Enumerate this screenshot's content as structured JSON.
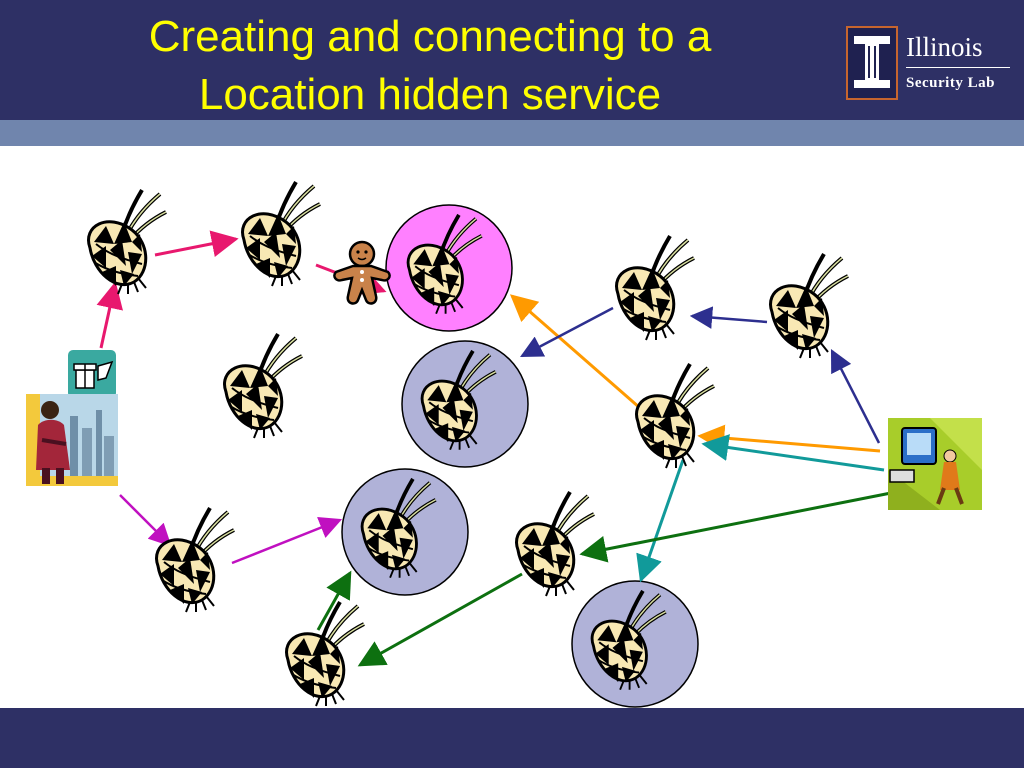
{
  "slide": {
    "title_line1": "Creating and connecting to a",
    "title_line2": "Location hidden service"
  },
  "logo": {
    "wordmark": "Illinois",
    "subtitle": "Security Lab"
  },
  "colors": {
    "header": "#2e3065",
    "band": "#7085ad",
    "title": "#ffff00",
    "circle_pink": "#ff80ff",
    "circle_lavender": "#b0b2d8",
    "arrow_crimson": "#e8186e",
    "arrow_magenta": "#c010c0",
    "arrow_orange": "#ff9a00",
    "arrow_navy": "#2d2f8f",
    "arrow_teal": "#119a9a",
    "arrow_green": "#0d7010"
  },
  "diagram": {
    "onion_icon": "onion-router-icon",
    "hidden_service_icon": "woman-with-gift-icon",
    "service_handle_icon": "gingerbread-man-icon",
    "client_icon": "person-at-computer-icon"
  }
}
